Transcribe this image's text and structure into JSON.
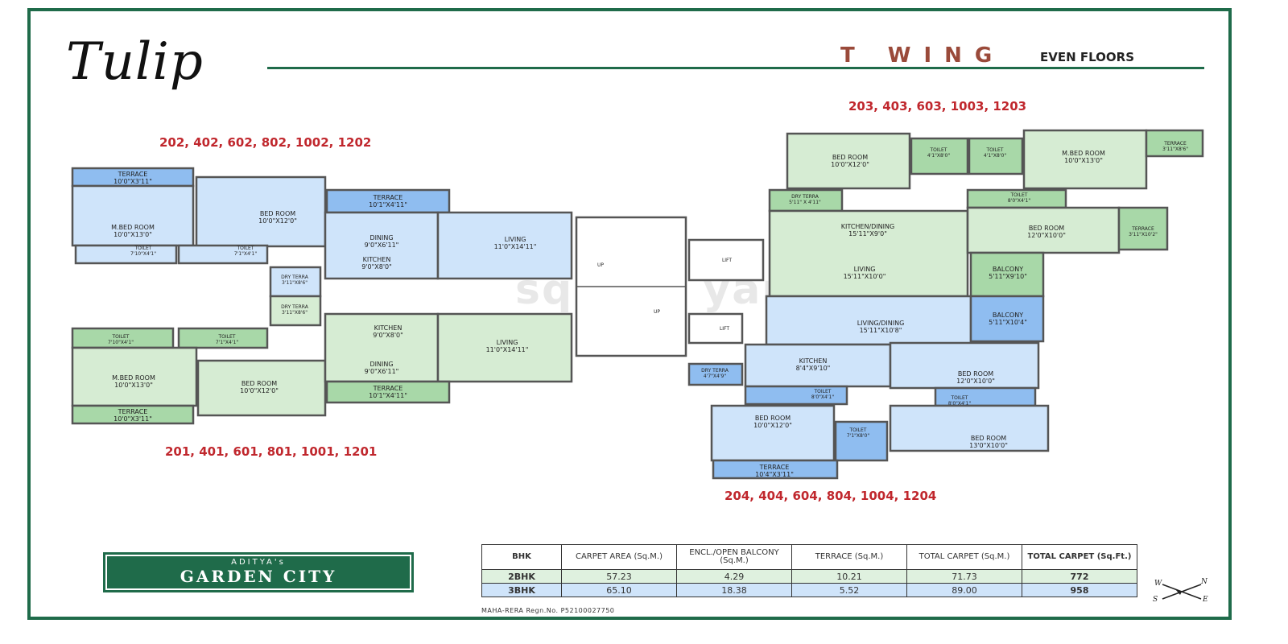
{
  "header": {
    "logo_text": "Tulip",
    "wing_title": "T WING",
    "floors_label": "EVEN FLOORS"
  },
  "unit_numbers": {
    "left_top": "202, 402, 602, 802, 1002, 1202",
    "left_bottom": "201, 401, 601, 801, 1001, 1201",
    "right_top": "203, 403, 603, 1003, 1203",
    "right_bottom": "204, 404, 604, 804, 1004, 1204"
  },
  "watermark": "square yards",
  "rooms": {
    "a_terrace": [
      "TERRACE",
      "10'0\"X3'11\""
    ],
    "a_mbed": [
      "M.BED ROOM",
      "10'0\"X13'0\""
    ],
    "a_bed": [
      "BED ROOM",
      "10'0\"X12'0\""
    ],
    "a_toilet1": [
      "TOILET",
      "7'10\"X4'1\""
    ],
    "a_toilet2": [
      "TOILET",
      "7'1\"X4'1\""
    ],
    "a_terrace2": [
      "TERRACE",
      "10'1\"X4'11\""
    ],
    "a_dining": [
      "DINING",
      "9'0\"X6'11\""
    ],
    "a_living": [
      "LIVING",
      "11'0\"X14'11\""
    ],
    "a_kitchen": [
      "KITCHEN",
      "9'0\"X8'0\""
    ],
    "a_dry": [
      "DRY TERRA",
      "3'11\"X8'6\""
    ],
    "b_dry": [
      "DRY TERRA",
      "3'11\"X8'6\""
    ],
    "b_toilet1": [
      "TOILET",
      "7'10\"X4'1\""
    ],
    "b_toilet2": [
      "TOILET",
      "7'1\"X4'1\""
    ],
    "b_mbed": [
      "M.BED ROOM",
      "10'0\"X13'0\""
    ],
    "b_bed": [
      "BED ROOM",
      "10'0\"X12'0\""
    ],
    "b_terrace": [
      "TERRACE",
      "10'0\"X3'11\""
    ],
    "b_kitchen": [
      "KITCHEN",
      "9'0\"X8'0\""
    ],
    "b_dining": [
      "DINING",
      "9'0\"X6'11\""
    ],
    "b_living": [
      "LIVING",
      "11'0\"X14'11\""
    ],
    "b_terrace2": [
      "TERRACE",
      "10'1\"X4'11\""
    ],
    "up1": "UP",
    "up2": "UP",
    "lift1": "LIFT",
    "lift2": "LIFT",
    "c_bed": [
      "BED ROOM",
      "10'0\"X12'0\""
    ],
    "c_toilet1": [
      "TOILET",
      "4'1\"X8'0\""
    ],
    "c_toilet2": [
      "TOILET",
      "4'1\"X8'0\""
    ],
    "c_mbed": [
      "M.BED ROOM",
      "10'0\"X13'0\""
    ],
    "c_terrace1": [
      "TERRACE",
      "3'11\"X8'6\""
    ],
    "c_dry": [
      "DRY TERRA",
      "5'11\" X 4'11\""
    ],
    "c_toilet3": [
      "TOILET",
      "8'0\"X4'1\""
    ],
    "c_kitchen": [
      "KITCHEN/DINING",
      "15'11\"X9'0\""
    ],
    "c_bed2": [
      "BED ROOM",
      "12'0\"X10'0\""
    ],
    "c_terrace2": [
      "TERRACE",
      "3'11\"X10'2\""
    ],
    "c_living": [
      "LIVING",
      "15'11\"X10'0\""
    ],
    "c_balcony": [
      "BALCONY",
      "5'11\"X9'10\""
    ],
    "d_living": [
      "LIVING/DINING",
      "15'11\"X10'8\""
    ],
    "d_balcony": [
      "BALCONY",
      "5'11\"X10'4\""
    ],
    "d_dry": [
      "DRY TERRA",
      "4'7\"X4'9\""
    ],
    "d_kitchen": [
      "KITCHEN",
      "8'4\"X9'10\""
    ],
    "d_bed1": [
      "BED ROOM",
      "12'0\"X10'0\""
    ],
    "d_toilet1": [
      "TOILET",
      "8'0\"X4'1\""
    ],
    "d_toilet2": [
      "TOILET",
      "8'0\"X4'1\""
    ],
    "d_bed2": [
      "BED ROOM",
      "10'0\"X12'0\""
    ],
    "d_bed3": [
      "BED ROOM",
      "13'0\"X10'0\""
    ],
    "d_toilet3": [
      "TOILET",
      "7'1\"X8'0\""
    ],
    "d_terrace": [
      "TERRACE",
      "10'4\"X3'11\""
    ]
  },
  "brand": {
    "line1": "ADITYA's",
    "line2": "GARDEN CITY"
  },
  "area_table": {
    "headers": [
      "BHK",
      "CARPET AREA (Sq.M.)",
      "ENCL./OPEN BALCONY (Sq.M.)",
      "TERRACE (Sq.M.)",
      "TOTAL CARPET (Sq.M.)",
      "TOTAL CARPET (Sq.Ft.)"
    ],
    "rows": [
      [
        "2BHK",
        "57.23",
        "4.29",
        "10.21",
        "71.73",
        "772"
      ],
      [
        "3BHK",
        "65.10",
        "18.38",
        "5.52",
        "89.00",
        "958"
      ]
    ]
  },
  "rera": "MAHA-RERA Regn.No. P52100027750",
  "compass": {
    "n": "N",
    "s": "S",
    "e": "E",
    "w": "W"
  },
  "colors": {
    "frame": "#1f6b4a",
    "unit_red": "#c0272d",
    "green_room": "#d6ecd3",
    "green_terrace": "#a8d8a8",
    "blue_room": "#cfe4fa",
    "blue_terrace": "#8fbdf0",
    "wall": "#777777"
  }
}
